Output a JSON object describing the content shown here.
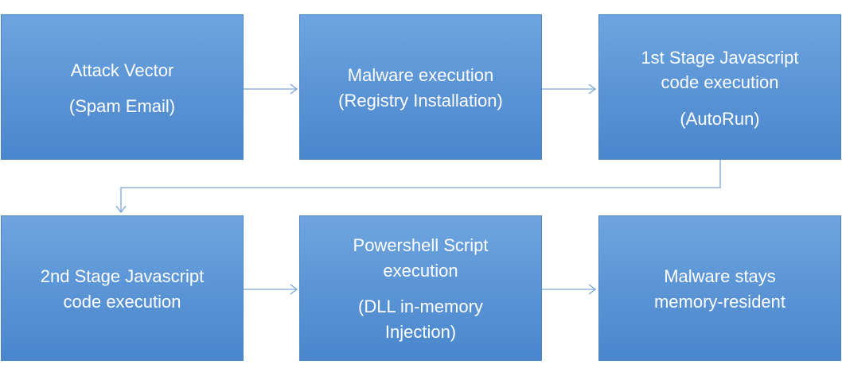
{
  "colors": {
    "box_fill_top": "#6ea5df",
    "box_fill_bottom": "#4a86cc",
    "box_border": "#4f86c2",
    "text": "#ffffff",
    "connector": "#7aa6d6"
  },
  "steps": [
    {
      "lines": [
        "Attack Vector",
        "(Spam Email)"
      ]
    },
    {
      "lines": [
        "Malware execution",
        "(Registry Installation)"
      ]
    },
    {
      "lines": [
        "1st Stage Javascript",
        "code execution",
        "(AutoRun)"
      ]
    },
    {
      "lines": [
        "2nd Stage Javascript",
        "code execution"
      ]
    },
    {
      "lines": [
        "Powershell Script",
        "execution",
        "(DLL in-memory",
        "Injection)"
      ]
    },
    {
      "lines": [
        "Malware stays",
        "memory-resident"
      ]
    }
  ]
}
